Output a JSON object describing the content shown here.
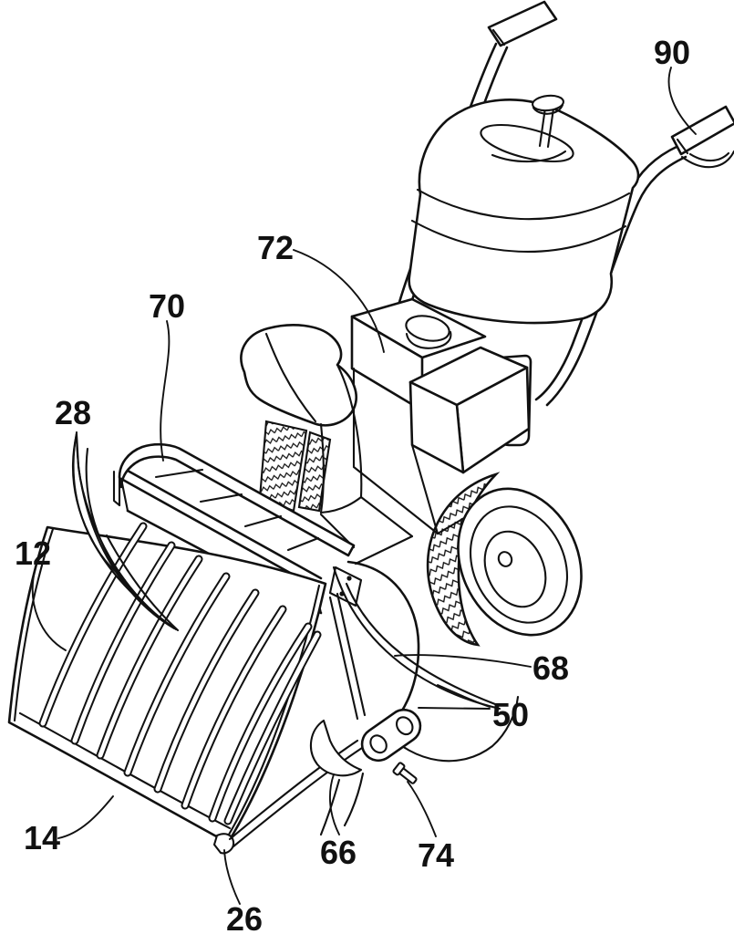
{
  "figure": {
    "kind": "patent line drawing",
    "subject": "Walk-behind powered machine with handlebar grips, collection bag, engine, treaded wheel and front slotted collection scoop with curved tines and pivot bracket",
    "background_color": "#ffffff",
    "line_color": "#111111"
  },
  "labels": [
    {
      "text": "90"
    },
    {
      "text": "72"
    },
    {
      "text": "70"
    },
    {
      "text": "28"
    },
    {
      "text": "12"
    },
    {
      "text": "14"
    },
    {
      "text": "26"
    },
    {
      "text": "66"
    },
    {
      "text": "74"
    },
    {
      "text": "50"
    },
    {
      "text": "68"
    }
  ]
}
